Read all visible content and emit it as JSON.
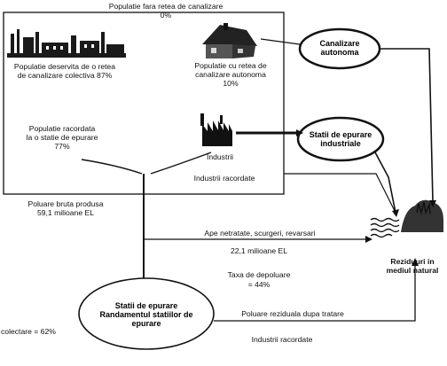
{
  "top_label": {
    "line1": "Populatie fara retea de canalizare",
    "line2": "0%"
  },
  "sewered_population": {
    "line1": "Populatie deservita de o retea",
    "line2": "de canalizare colectiva 87%"
  },
  "autonomous_population": {
    "line1": "Populatie cu retea de",
    "line2": "canalizare autonoma",
    "line3": "10%"
  },
  "connected_population": {
    "line1": "Populatie racordata",
    "line2": "la o statie de epurare",
    "line3": "77%"
  },
  "industry": {
    "label": "Industrii",
    "connected_label": "Industrii racordate"
  },
  "gross_pollution": {
    "line1": "Poluare bruta produsa",
    "line2": "59,1 milioane EL"
  },
  "untreated_water": {
    "label": "Ape netratate, scurgeri, revarsari",
    "value": "22,1 milioane EL"
  },
  "discharge_tax": {
    "line1": "Taxa de depoluare",
    "line2": "= 44%"
  },
  "residual_pollution": "Poluare reziduala dupa tratare",
  "collection_rate": "colectare = 62%",
  "industry_connected_bottom": "Industrii racordate",
  "nodes": {
    "autonomous_sewer": {
      "line1": "Canalizare",
      "line2": "autonoma"
    },
    "industrial_plants": {
      "line1": "Statii de epurare",
      "line2": "industriale"
    },
    "treatment_plants": {
      "line1": "Statii de epurare",
      "line2": "Randamentul statiilor de",
      "line3": "epurare"
    },
    "natural_environment": {
      "line1": "Reziduuri in",
      "line2": "mediul natural"
    }
  }
}
